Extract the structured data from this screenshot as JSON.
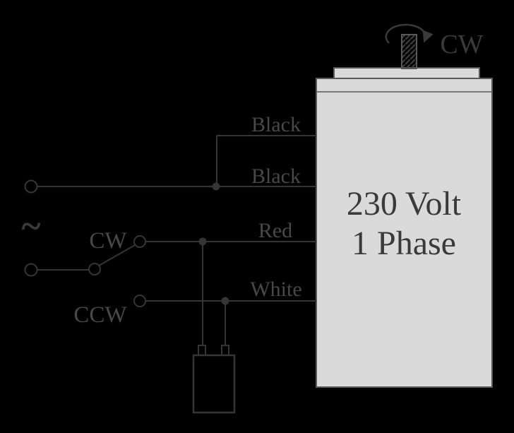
{
  "colors": {
    "background": "#000000",
    "wire": "#353535",
    "label_text": "#484848",
    "motor_fill": "#dadada",
    "motor_stroke": "#595959",
    "motor_text": "#3a3a3a",
    "arrow": "#3a3a3a"
  },
  "power_source": {
    "symbol": "~"
  },
  "switch": {
    "cw_label": "CW",
    "ccw_label": "CCW"
  },
  "wires": [
    {
      "label": "Black"
    },
    {
      "label": "Black"
    },
    {
      "label": "Red"
    },
    {
      "label": "White"
    }
  ],
  "motor": {
    "title_line1": "230 Volt",
    "title_line2": "1 Phase",
    "rotation_label": "CW"
  }
}
